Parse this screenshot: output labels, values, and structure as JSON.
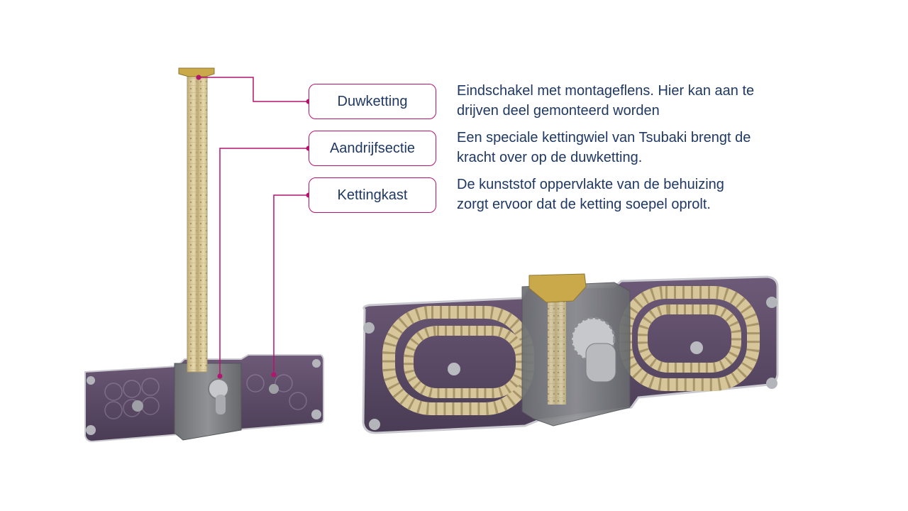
{
  "colors": {
    "accent": "#b5146e",
    "text": "#1f3864",
    "housing": "#5e4a6a",
    "chain": "#d8c79a",
    "flange": "#c9a94a",
    "block": "#7f8185"
  },
  "labels": [
    {
      "id": "duwketting",
      "text": "Duwketting"
    },
    {
      "id": "aandrijfsectie",
      "text": "Aandrijfsectie"
    },
    {
      "id": "kettingkast",
      "text": "Kettingkast"
    }
  ],
  "descriptions": [
    {
      "line1": "Eindschakel met montageflens. Hier kan aan te",
      "line2": "drijven deel gemonteerd worden"
    },
    {
      "line1": "Een speciale kettingwiel van Tsubaki brengt de",
      "line2": "kracht over op de duwketting."
    },
    {
      "line1": "De kunststof oppervlakte van de behuizing",
      "line2": "zorgt ervoor dat de ketting soepel oprolt."
    }
  ]
}
